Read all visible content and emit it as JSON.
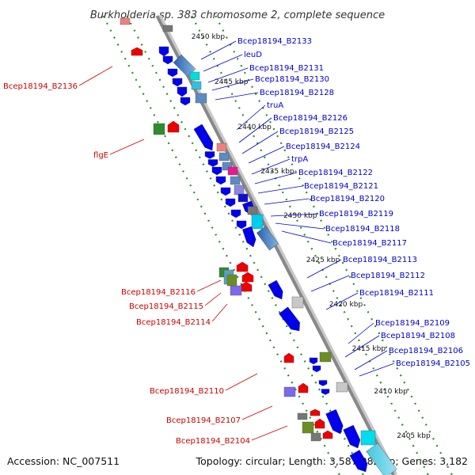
{
  "title": "Burkholderia sp. 383 chromosome 2, complete sequence",
  "footer": {
    "accession": "Accession: NC_007511",
    "topology": "Topology: circular; Length: 3,587,082 bp; Genes: 3,182"
  },
  "kbp_labels": [
    "2450 kbp",
    "2445 kbp",
    "2440 kbp",
    "2435 kbp",
    "2430 kbp",
    "2425 kbp",
    "2420 kbp",
    "2415 kbp",
    "2410 kbp",
    "2405 kbp"
  ],
  "gene_labels_right": [
    "Bcep18194_B2133",
    "leuD",
    "Bcep18194_B2131",
    "Bcep18194_B2130",
    "Bcep18194_B2128",
    "truA",
    "Bcep18194_B2126",
    "Bcep18194_B2125",
    "Bcep18194_B2124",
    "trpA",
    "Bcep18194_B2122",
    "Bcep18194_B2121",
    "Bcep18194_B2120",
    "Bcep18194_B2119",
    "Bcep18194_B2118",
    "Bcep18194_B2117",
    "Bcep18194_B2113",
    "Bcep18194_B2112",
    "Bcep18194_B2111",
    "Bcep18194_B2109",
    "Bcep18194_B2108",
    "Bcep18194_B2106",
    "Bcep18194_B2105"
  ],
  "gene_labels_left": [
    "Bcep18194_B2136",
    "flgE",
    "Bcep18194_B2116",
    "Bcep18194_B2115",
    "Bcep18194_B2114",
    "Bcep18194_B2110",
    "Bcep18194_B2107",
    "Bcep18194_B2104"
  ],
  "colors": {
    "backbone": "#888888",
    "dotted_guide": "#2e8b2e",
    "cds_forward": "#0000ee",
    "cds_reverse": "#ee0000",
    "label_right": "#0000cc",
    "label_left": "#cc0000",
    "leader_right": "#0000cc",
    "leader_left": "#cc0000"
  }
}
